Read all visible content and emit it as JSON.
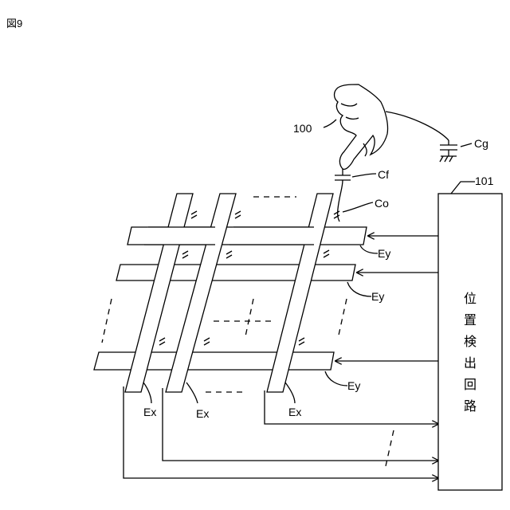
{
  "figure_label": "図9",
  "labels": {
    "finger": "100",
    "detector": "101",
    "cf": "Cf",
    "cg": "Cg",
    "co": "Co",
    "ey": [
      "Ey",
      "Ey",
      "Ey"
    ],
    "ex": [
      "Ex",
      "Ex",
      "Ex"
    ]
  },
  "detector_text": [
    "位",
    "置",
    "検",
    "出",
    "回",
    "路"
  ]
}
